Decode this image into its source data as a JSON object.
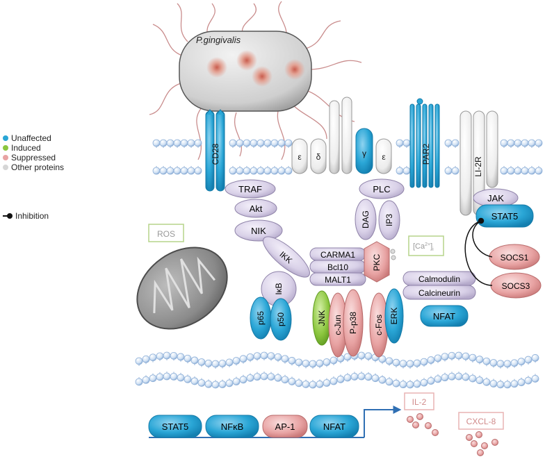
{
  "colors": {
    "unaffected": "#2aa6d6",
    "induced": "#8cc63f",
    "suppressed": "#e8a3a3",
    "other": "#dcdce6",
    "lavender": "#d9d1e8",
    "membrane": "#b9d4f0"
  },
  "legend": {
    "items": [
      {
        "label": "Unaffected",
        "color": "#2aa6d6"
      },
      {
        "label": "Induced",
        "color": "#8cc63f"
      },
      {
        "label": "Suppressed",
        "color": "#e8a3a3"
      },
      {
        "label": "Other proteins",
        "color": "#d6d6d6"
      }
    ],
    "inhibition_label": "Inhibition"
  },
  "bacterium": {
    "label": "P.gingivalis"
  },
  "receptors": {
    "cd28": "CD28",
    "cd3_epsilon_1": "ε",
    "cd3_delta": "δ",
    "cd3_gamma": "γ",
    "cd3_epsilon_2": "ε",
    "par2": "PAR2",
    "il2r": "LI-2R"
  },
  "proteins": {
    "traf": "TRAF",
    "akt": "Akt",
    "nik": "NIK",
    "ikk": "IKK",
    "ikb": "IκB",
    "p65": "p65",
    "p50": "p50",
    "plc": "PLC",
    "dag": "DAG",
    "ip3": "IP3",
    "carma1": "CARMA1",
    "bcl10": "Bcl10",
    "malt1": "MALT1",
    "pkc": "PKC",
    "jnk": "JNK",
    "cjun": "c-Jun",
    "pp38": "P-p38",
    "cfos": "c-Fos",
    "erk": "ERK",
    "calmodulin": "Calmodulin",
    "calcineurin": "Calcineurin",
    "nfat": "NFAT",
    "jak": "JAK",
    "stat5": "STAT5",
    "socs1": "SOCS1",
    "socs3": "SOCS3",
    "ros": "ROS",
    "calcium": "[Ca",
    "calcium_sup": "2+",
    "calcium_sub": "i"
  },
  "nucleus": {
    "factors": [
      "STAT5",
      "NFκB",
      "AP-1",
      "NFAT"
    ],
    "outputs": [
      "IL-2",
      "CXCL-8"
    ]
  }
}
